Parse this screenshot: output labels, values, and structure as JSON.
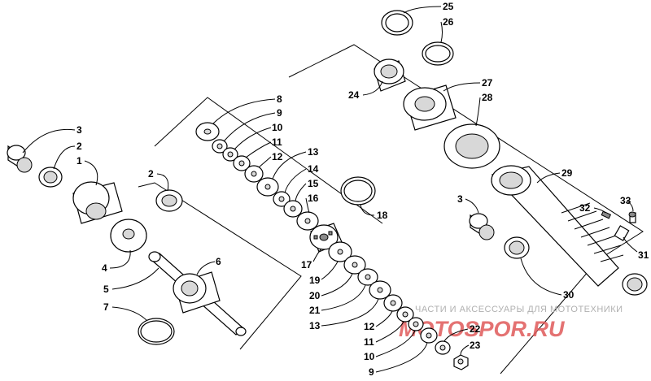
{
  "callouts": {
    "c3a": "3",
    "c2a": "2",
    "c1": "1",
    "c2b": "2",
    "c4": "4",
    "c5": "5",
    "c6": "6",
    "c7": "7",
    "c8a": "8",
    "c9a": "9",
    "c10a": "10",
    "c11a": "11",
    "c12a": "12",
    "c13a": "13",
    "c14": "14",
    "c15": "15",
    "c16": "16",
    "c17": "17",
    "c18": "18",
    "c19": "19",
    "c20": "20",
    "c21": "21",
    "c13b": "13",
    "c12b": "12",
    "c11b": "11",
    "c10b": "10",
    "c9b": "9",
    "c22": "22",
    "c23": "23",
    "c24": "24",
    "c25": "25",
    "c26": "26",
    "c27": "27",
    "c28": "28",
    "c29": "29",
    "c3b": "3",
    "c32": "32",
    "c33": "33",
    "c31": "31",
    "c30": "30"
  },
  "watermark": {
    "tagline": "ЧАСТИ И АКСЕССУАРЫ ДЛЯ МОТОТЕХНИКИ",
    "logo": "MOTOSPOR.RU"
  }
}
